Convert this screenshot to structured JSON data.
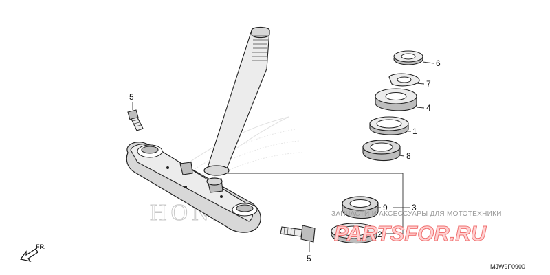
{
  "callouts": {
    "c1": "1",
    "c2": "2",
    "c3": "3",
    "c4": "4",
    "c5a": "5",
    "c5b": "5",
    "c6": "6",
    "c7": "7",
    "c8": "8",
    "c9": "9"
  },
  "watermark": {
    "tagline": "ЗАПЧАСТИ И АКСЕССУАРЫ ДЛЯ МОТОТЕХНИКИ",
    "site": "PARTSFOR.RU",
    "brand": "HONDA"
  },
  "direction_label": "FR.",
  "diagram_code": "MJW9F0900"
}
